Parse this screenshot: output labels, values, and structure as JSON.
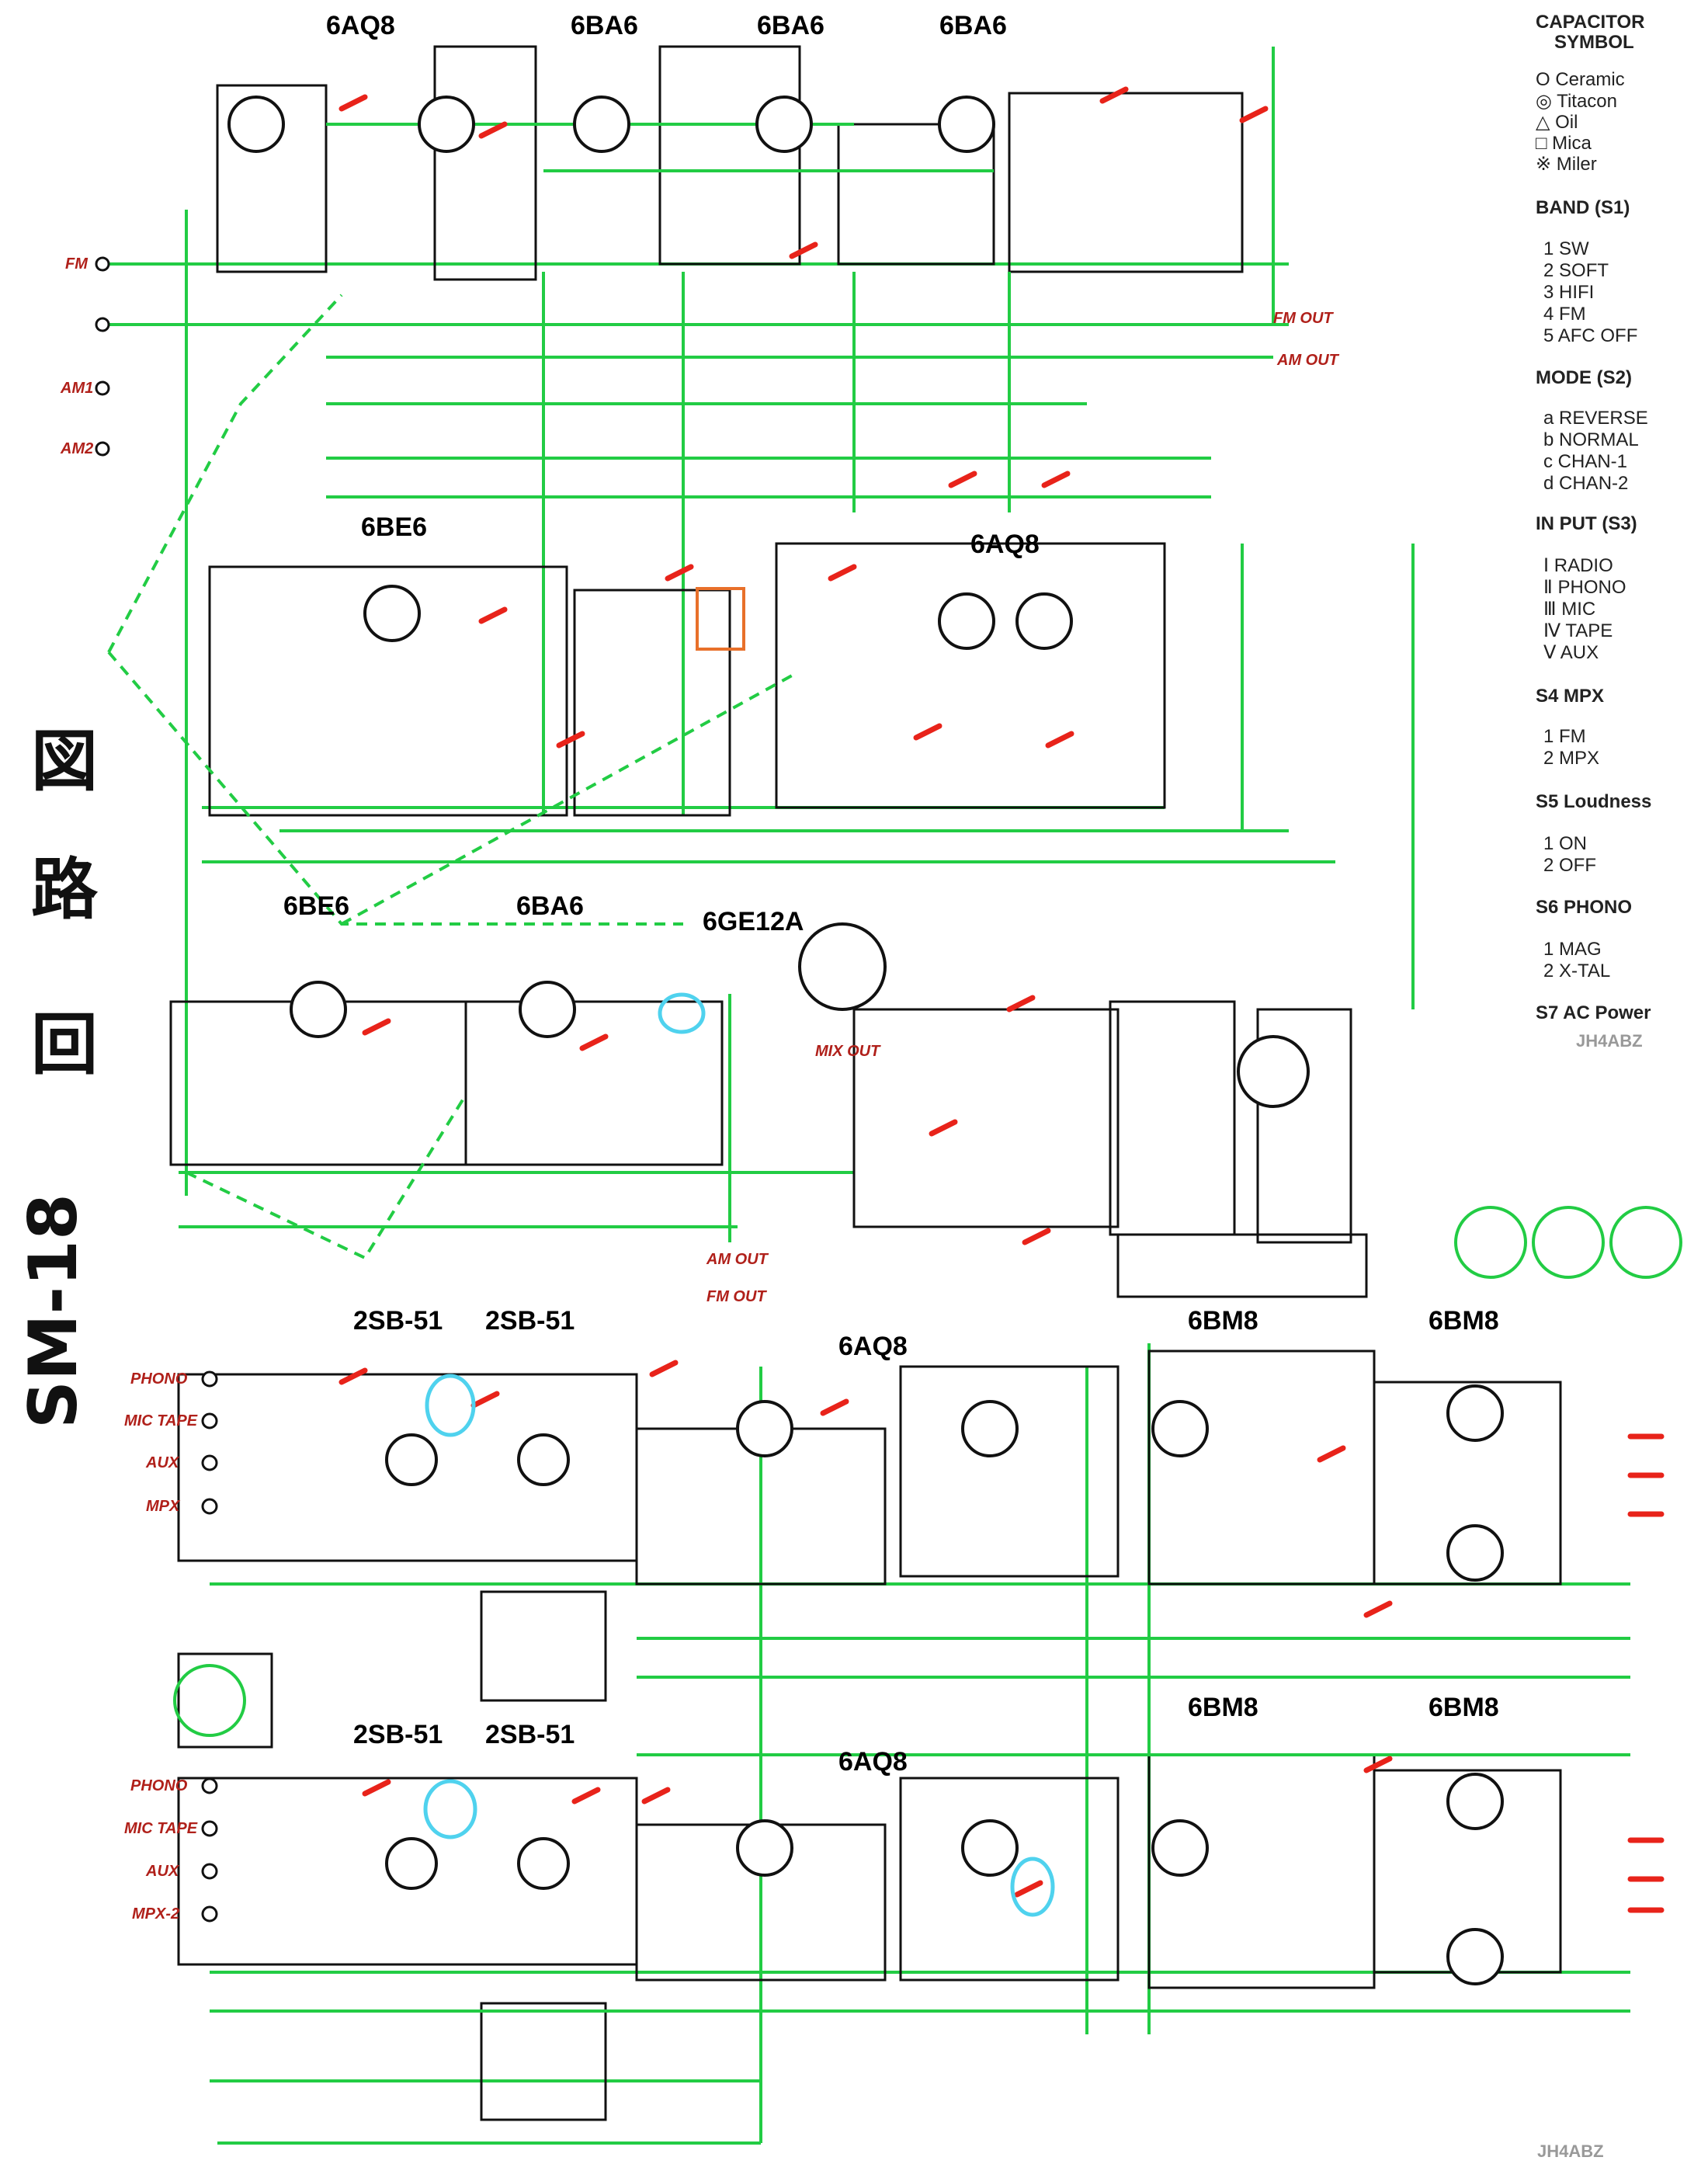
{
  "title": "SM-18 回路図",
  "title_chars": [
    "SM-18",
    "回",
    "路",
    "図"
  ],
  "tubes": {
    "top": [
      "6AQ8",
      "6BA6",
      "6BA6",
      "6BA6"
    ],
    "mid": [
      "6BE6",
      "6AQ8"
    ],
    "am": [
      "6BE6",
      "6BA6",
      "6GE12A"
    ],
    "amp_left_upper": [
      "2SB-51",
      "2SB-51"
    ],
    "amp_mid_upper": "6AQ8",
    "amp_right_upper": [
      "6BM8",
      "6BM8"
    ],
    "amp_left_lower": [
      "2SB-51",
      "2SB-51"
    ],
    "amp_mid_lower": "6AQ8",
    "amp_right_lower": [
      "6BM8",
      "6BM8"
    ]
  },
  "terminals": {
    "fm": "FM",
    "am1": "AM1",
    "am2": "AM2",
    "fm_out": "FM OUT",
    "am_out": "AM OUT",
    "mix_out": "MIX OUT",
    "am_out2": "AM OUT",
    "fm_out2": "FM OUT",
    "inputs_upper": [
      "PHONO",
      "MIC TAPE",
      "AUX",
      "MPX"
    ],
    "inputs_lower": [
      "PHONO",
      "MIC TAPE",
      "AUX",
      "MPX-2"
    ]
  },
  "legend": {
    "capacitor_heading": "CAPACITOR\nSYMBOL",
    "capacitor_heading_1": "CAPACITOR",
    "capacitor_heading_2": "SYMBOL",
    "capacitors": [
      "O Ceramic",
      "◎ Titacon",
      "△ Oil",
      "□ Mica",
      "※ Miler"
    ],
    "band_heading": "BAND (S1)",
    "band": [
      "1 SW",
      "2 SOFT",
      "3 HIFI",
      "4 FM",
      "5 AFC OFF"
    ],
    "mode_heading": "MODE (S2)",
    "mode": [
      "a REVERSE",
      "b NORMAL",
      "c CHAN-1",
      "d CHAN-2"
    ],
    "input_heading": "IN PUT (S3)",
    "input": [
      "Ⅰ RADIO",
      "Ⅱ PHONO",
      "Ⅲ MIC",
      "Ⅳ TAPE",
      "Ⅴ AUX"
    ],
    "mpx_heading": "S4 MPX",
    "mpx": [
      "1 FM",
      "2 MPX"
    ],
    "loudness_heading": "S5 Loudness",
    "loudness": [
      "1 ON",
      "2 OFF"
    ],
    "phono_heading": "S6 PHONO",
    "phono": [
      "1 MAG",
      "2 X-TAL"
    ],
    "power": "S7 AC Power"
  },
  "signature": "JH4ABZ",
  "colors": {
    "trace": "#22cc44",
    "correction": "#e8231a",
    "highlight_box": "#e8702a",
    "highlight_circle": "#4fd2ee"
  }
}
